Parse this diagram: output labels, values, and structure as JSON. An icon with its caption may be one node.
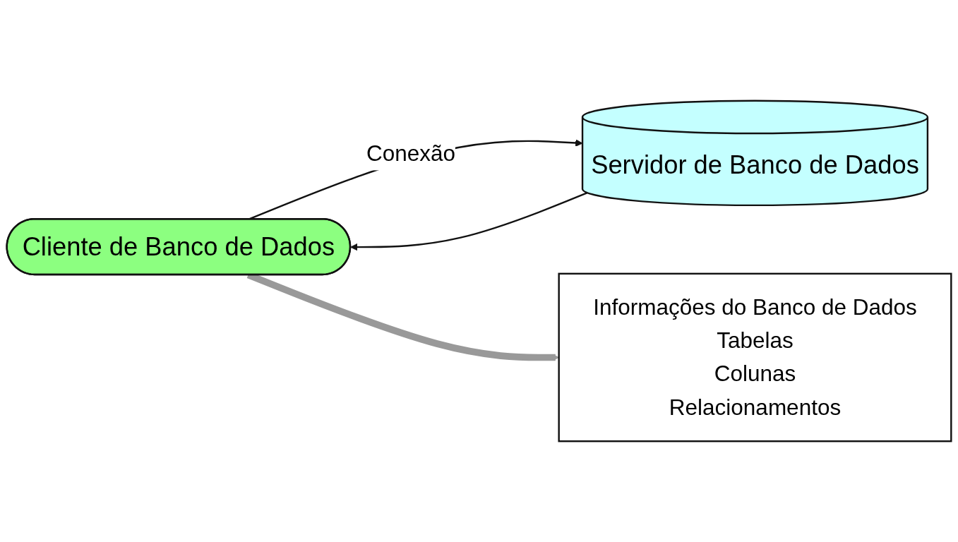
{
  "diagram": {
    "nodes": [
      {
        "text": [
          "Cliente de Banco de Dados"
        ]
      },
      {
        "text": [
          "Servidor de Banco de Dados"
        ]
      },
      {
        "text": [
          "Informações do Banco de Dados",
          "Tabelas",
          "Colunas",
          "Relacionamentos"
        ]
      }
    ],
    "edges": [
      {
        "from": 0,
        "to": 1,
        "arrow": "to",
        "label": "Conexão"
      },
      {
        "from": 1,
        "to": 0,
        "arrow": "to"
      },
      {
        "from": 0,
        "to": 2,
        "arrow": "to",
        "style": "thick",
        "color": "#999999"
      }
    ]
  }
}
